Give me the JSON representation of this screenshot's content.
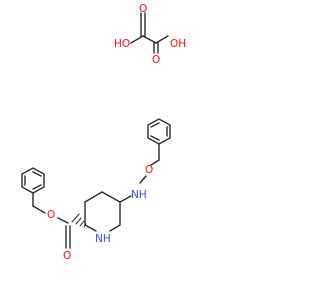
{
  "molecule": {
    "oxalic_acid": {
      "ho_left": "HO",
      "oh_right": "OH",
      "o_top": "O",
      "o_bottom": "O"
    },
    "piperidine_part": {
      "o_ether": "O",
      "nh_link": "NH",
      "o_ester": "O",
      "o_carbonyl": "O",
      "nh_ring": "NH"
    },
    "colors": {
      "bond": "#2b2b2b",
      "oxygen": "#ff0d0d",
      "nitrogen": "#3050f8",
      "background": "#ffffff"
    }
  }
}
